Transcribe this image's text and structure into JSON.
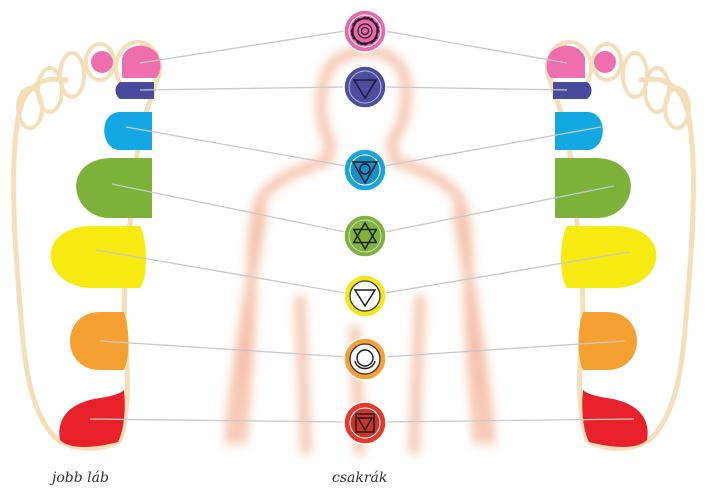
{
  "captions": {
    "left_foot": "jobb láb",
    "center": "csakrák"
  },
  "chakras": [
    {
      "id": "crown",
      "symbol": "crown-lotus",
      "color": "#e76aa8",
      "zone_color": "#ef6fae"
    },
    {
      "id": "third-eye",
      "symbol": "triangle-down",
      "color": "#4b4f9e",
      "zone_color": "#484b9b"
    },
    {
      "id": "throat",
      "symbol": "triangle-circle",
      "color": "#1aa3dd",
      "zone_color": "#13a8e3"
    },
    {
      "id": "heart",
      "symbol": "hexagram",
      "color": "#7fb23f",
      "zone_color": "#7db23a"
    },
    {
      "id": "solar-plexus",
      "symbol": "triangle-down",
      "color": "#f3e623",
      "zone_color": "#f6ea10"
    },
    {
      "id": "sacral",
      "symbol": "crescent",
      "color": "#f2a03a",
      "zone_color": "#f4a131"
    },
    {
      "id": "root",
      "symbol": "square-triangle",
      "color": "#e23b2c",
      "zone_color": "#e8202a"
    }
  ],
  "colors": {
    "foot_outline": "#f4dfb9",
    "body_glow": "#f3b79a",
    "connector": "#c8c8c8"
  }
}
